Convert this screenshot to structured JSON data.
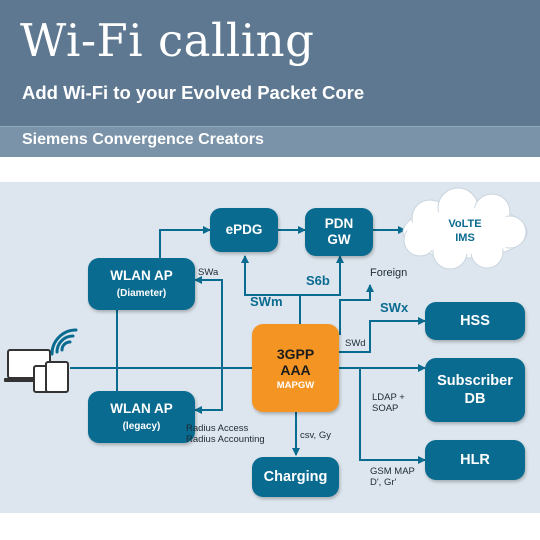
{
  "header": {
    "title": "Wi-Fi calling",
    "subtitle": "Add Wi-Fi to your Evolved Packet Core",
    "company": "Siemens Convergence Creators"
  },
  "nodes": {
    "epdg": "ePDG",
    "pdn_gw": [
      "PDN",
      "GW"
    ],
    "volte": [
      "VoLTE",
      "IMS"
    ],
    "wlan_diam": [
      "WLAN AP",
      "(Diameter)"
    ],
    "wlan_legacy": [
      "WLAN AP",
      "(legacy)"
    ],
    "aaa": [
      "3GPP",
      "AAA",
      "MAPGW"
    ],
    "hss": "HSS",
    "subscriber_db": [
      "Subscriber",
      "DB"
    ],
    "hlr": "HLR",
    "charging": "Charging"
  },
  "labels": {
    "swa": "SWa",
    "swm": "SWm",
    "s6b": "S6b",
    "foreign": "Foreign",
    "swx": "SWx",
    "swd": "SWd",
    "ldap": [
      "LDAP +",
      "SOAP"
    ],
    "radius": [
      "Radius Access",
      "Radius Accounting"
    ],
    "csv": "csv, Gy",
    "gsm": [
      "GSM MAP",
      "D', Gr'"
    ]
  },
  "colors": {
    "header_bg": "#5d7890",
    "node_blue": "#0a6b90",
    "node_orange": "#f39423",
    "diagram_bg": "#dde6ee"
  }
}
